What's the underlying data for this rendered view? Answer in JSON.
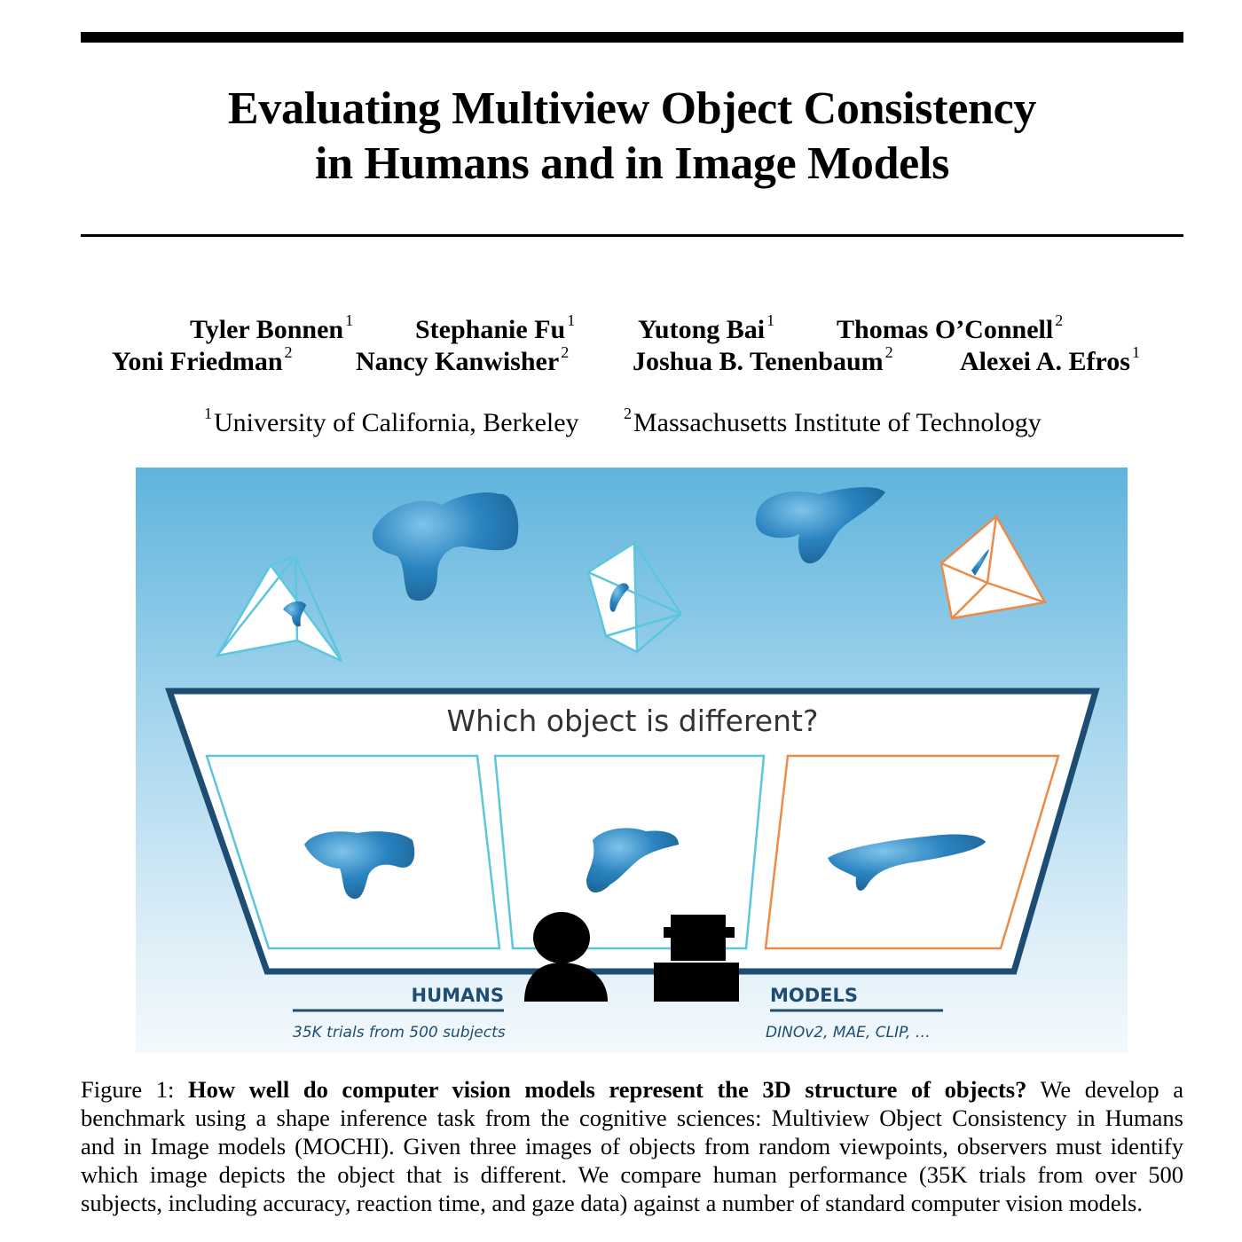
{
  "paper": {
    "title_line1": "Evaluating Multiview Object Consistency",
    "title_line2": "in Humans and in Image Models",
    "authors_row1": [
      {
        "name": "Tyler Bonnen",
        "aff": "1"
      },
      {
        "name": "Stephanie Fu",
        "aff": "1"
      },
      {
        "name": "Yutong Bai",
        "aff": "1"
      },
      {
        "name": "Thomas O’Connell",
        "aff": "2"
      }
    ],
    "authors_row2": [
      {
        "name": "Yoni Friedman",
        "aff": "2"
      },
      {
        "name": "Nancy Kanwisher",
        "aff": "2"
      },
      {
        "name": "Joshua B. Tenenbaum",
        "aff": "2"
      },
      {
        "name": "Alexei A. Efros",
        "aff": "1"
      }
    ],
    "affiliations": [
      {
        "num": "1",
        "name": "University of California, Berkeley"
      },
      {
        "num": "2",
        "name": "Massachusetts Institute of Technology"
      }
    ]
  },
  "figure": {
    "question": "Which object is different?",
    "humans_label": "HUMANS",
    "humans_sub": "35K trials from 500 subjects",
    "models_label": "MODELS",
    "models_sub": "DINOv2, MAE, CLIP, …",
    "colors": {
      "sky_top": "#5fb4dc",
      "sky_bottom": "#f4f9fd",
      "object_blue": "#2a84bf",
      "camera_teal": "#5cc6dc",
      "camera_orange": "#ec8a4a",
      "label_navy": "#1e4d74"
    }
  },
  "caption": {
    "figure_label": "Figure 1:",
    "bold_question": "How well do computer vision models represent the 3D structure of objects?",
    "text_line1_tail": "We develop a",
    "text_line2": "benchmark using a shape inference task from the cognitive sciences: Multiview Object Consistency in Humans",
    "text_line3": "and in Image models (MOCHI). Given three images of objects from random viewpoints, observers must identify",
    "text_line4": "which image depicts the object that is different. We compare human performance (35K trials from over 500",
    "text_line5": "subjects, including accuracy, reaction time, and gaze data) against a number of standard computer vision models."
  }
}
